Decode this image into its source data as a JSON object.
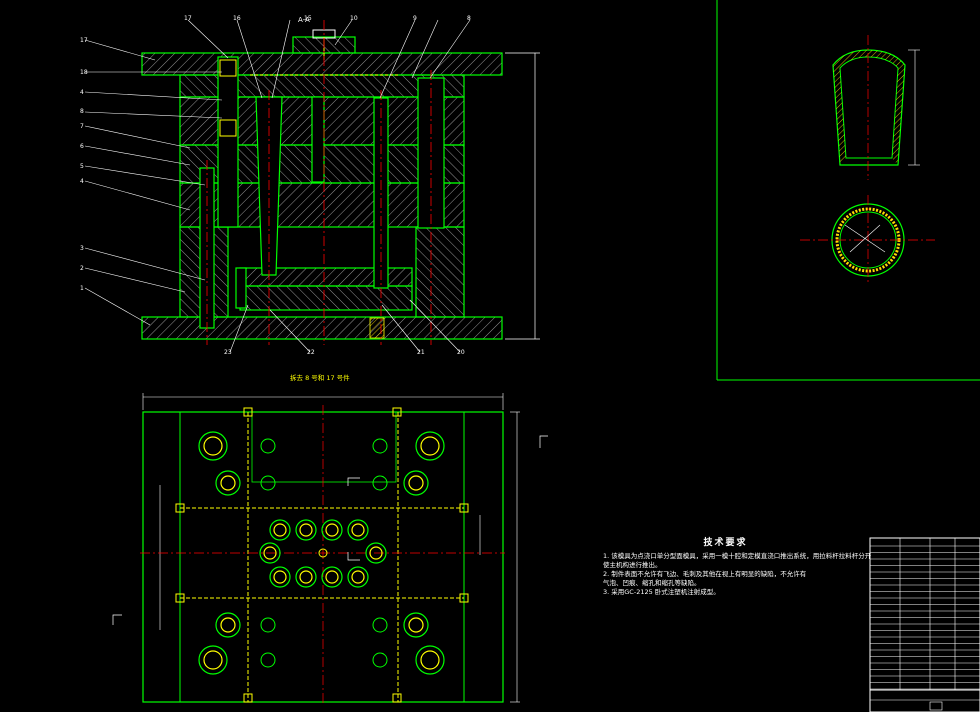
{
  "section_label": "A-A",
  "plan_view_title": "拆去 8 号和 17 号件",
  "callouts_left": [
    "17",
    "18",
    "4",
    "8",
    "7",
    "6",
    "5",
    "4",
    "3",
    "2",
    "1"
  ],
  "callouts_top": [
    "17",
    "16",
    "15",
    "10",
    "9",
    "8"
  ],
  "callouts_bottom": [
    "23",
    "22",
    "21",
    "20"
  ],
  "tech_requirements": {
    "title": "技术要求",
    "lines": [
      "1. 该模具为点浇口单分型面模具，采用一模十腔和定模直浇口推出系统，用拉料杆拉料杆分开",
      "使主机构进行推出。",
      "2. 制件表面不允许有飞边、毛刺及其他在视上有明显的缺陷，不允许有",
      "气泡、凹痕、缩孔和缩孔等缺陷。",
      "3. 采用GC-2125 卧式注塑机注射成型。"
    ]
  },
  "colors": {
    "outline": "#00ff00",
    "hatch": "#ffffff",
    "centerline": "#ff0000",
    "dimension": "#ffffff",
    "label": "#ffff00",
    "part": "#ffff00"
  }
}
